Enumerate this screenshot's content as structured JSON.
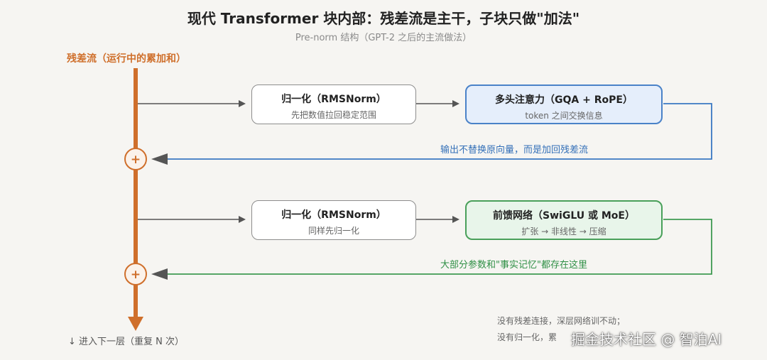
{
  "title": "现代 Transformer 块内部：残差流是主干，子块只做\"加法\"",
  "subtitle": "Pre-norm 结构（GPT-2 之后的主流做法）",
  "residual_label": "残差流（运行中的累加和）",
  "blocks": {
    "norm1": {
      "title": "归一化（RMSNorm）",
      "sub": "先把数值拉回稳定范围"
    },
    "attn": {
      "title": "多头注意力（GQA + RoPE）",
      "sub": "token 之间交换信息"
    },
    "norm2": {
      "title": "归一化（RMSNorm）",
      "sub": "同样先归一化"
    },
    "ffn": {
      "title": "前馈网络（SwiGLU 或 MoE）",
      "sub": "扩张 → 非线性 → 压缩"
    }
  },
  "notes": {
    "attn_return": "输出不替换原向量，而是加回残差流",
    "ffn_return": "大部分参数和\"事实记忆\"都存在这里"
  },
  "add_symbol": "+",
  "next_layer": "↓ 进入下一层（重复 N 次）",
  "footnotes": [
    "没有残差连接，深层网络训不动；",
    "没有归一化，累"
  ],
  "watermark": "掘金技术社区 @ 智泊AI",
  "colors": {
    "residual": "#cf6f2b",
    "attention": "#3a78c2",
    "ffn": "#3f9a52",
    "arrow": "#555555"
  }
}
